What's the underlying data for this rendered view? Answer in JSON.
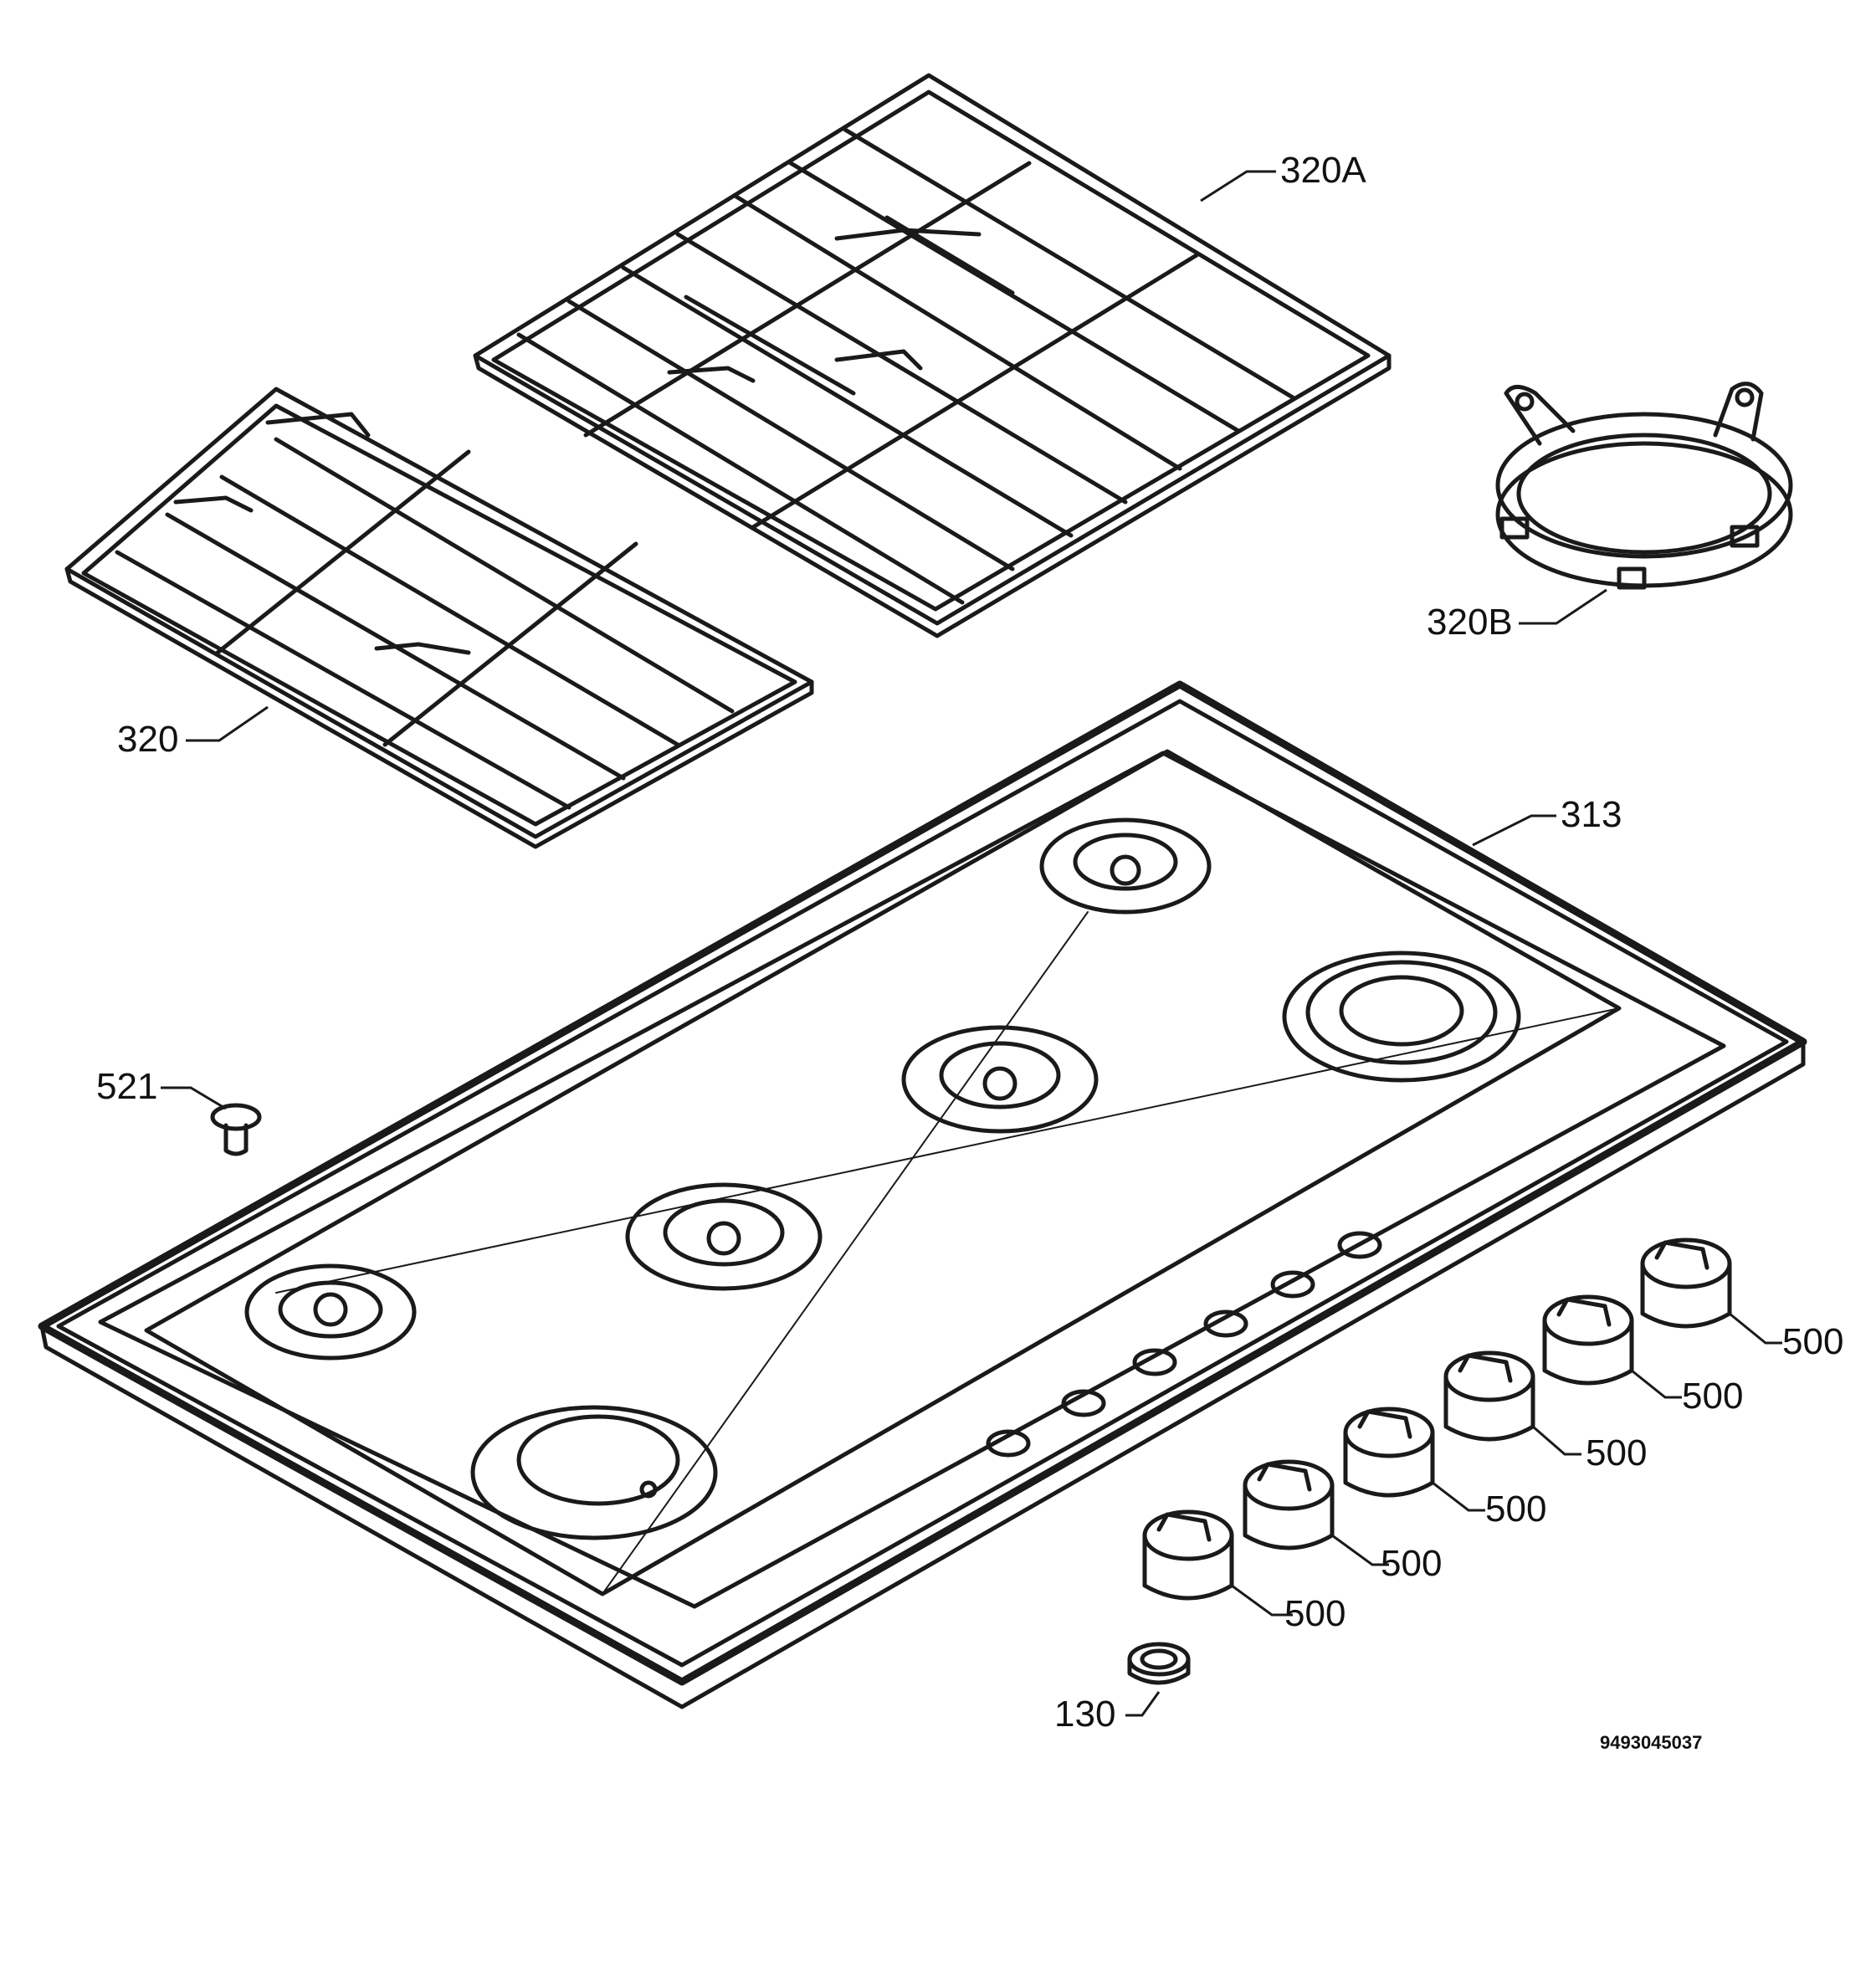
{
  "callouts": {
    "grate_right": "320A",
    "grate_left": "320",
    "wok_ring": "320B",
    "hob_top": "313",
    "screw": "521",
    "knob_1": "500",
    "knob_2": "500",
    "knob_3": "500",
    "knob_4": "500",
    "knob_5": "500",
    "knob_6": "500",
    "seal": "130"
  },
  "drawing_number": "9493045037",
  "colors": {
    "line": "#1a1a1a",
    "background": "#ffffff"
  }
}
